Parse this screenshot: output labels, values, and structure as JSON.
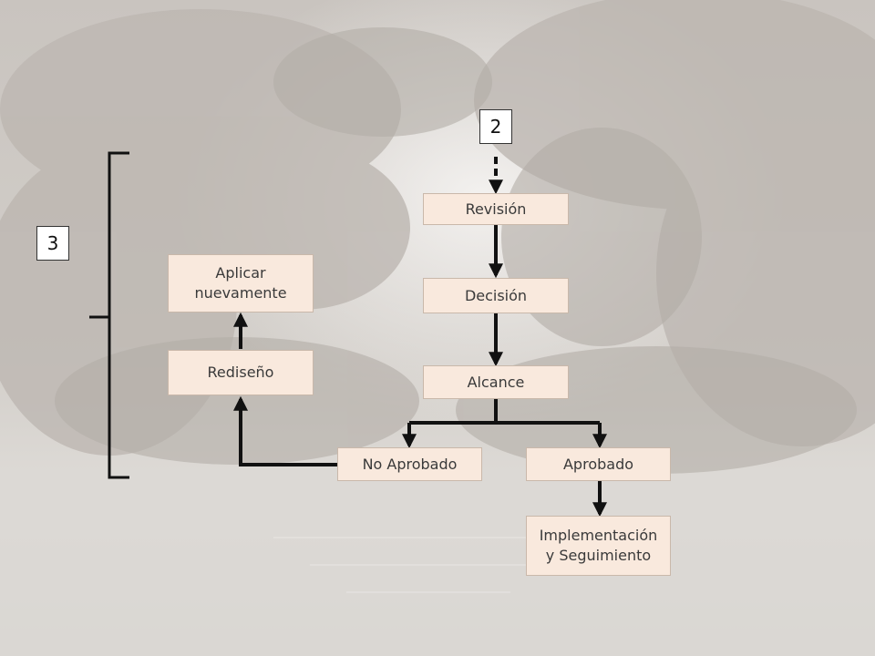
{
  "diagram": {
    "markers": {
      "two": "2",
      "three": "3"
    },
    "nodes": {
      "revision": "Revisión",
      "decision": "Decisión",
      "alcance": "Alcance",
      "no_aprobado": "No Aprobado",
      "aprobado": "Aprobado",
      "implementacion": "Implementación\ny Seguimiento",
      "rediseno": "Rediseño",
      "aplicar": "Aplicar\nnuevamente"
    }
  }
}
